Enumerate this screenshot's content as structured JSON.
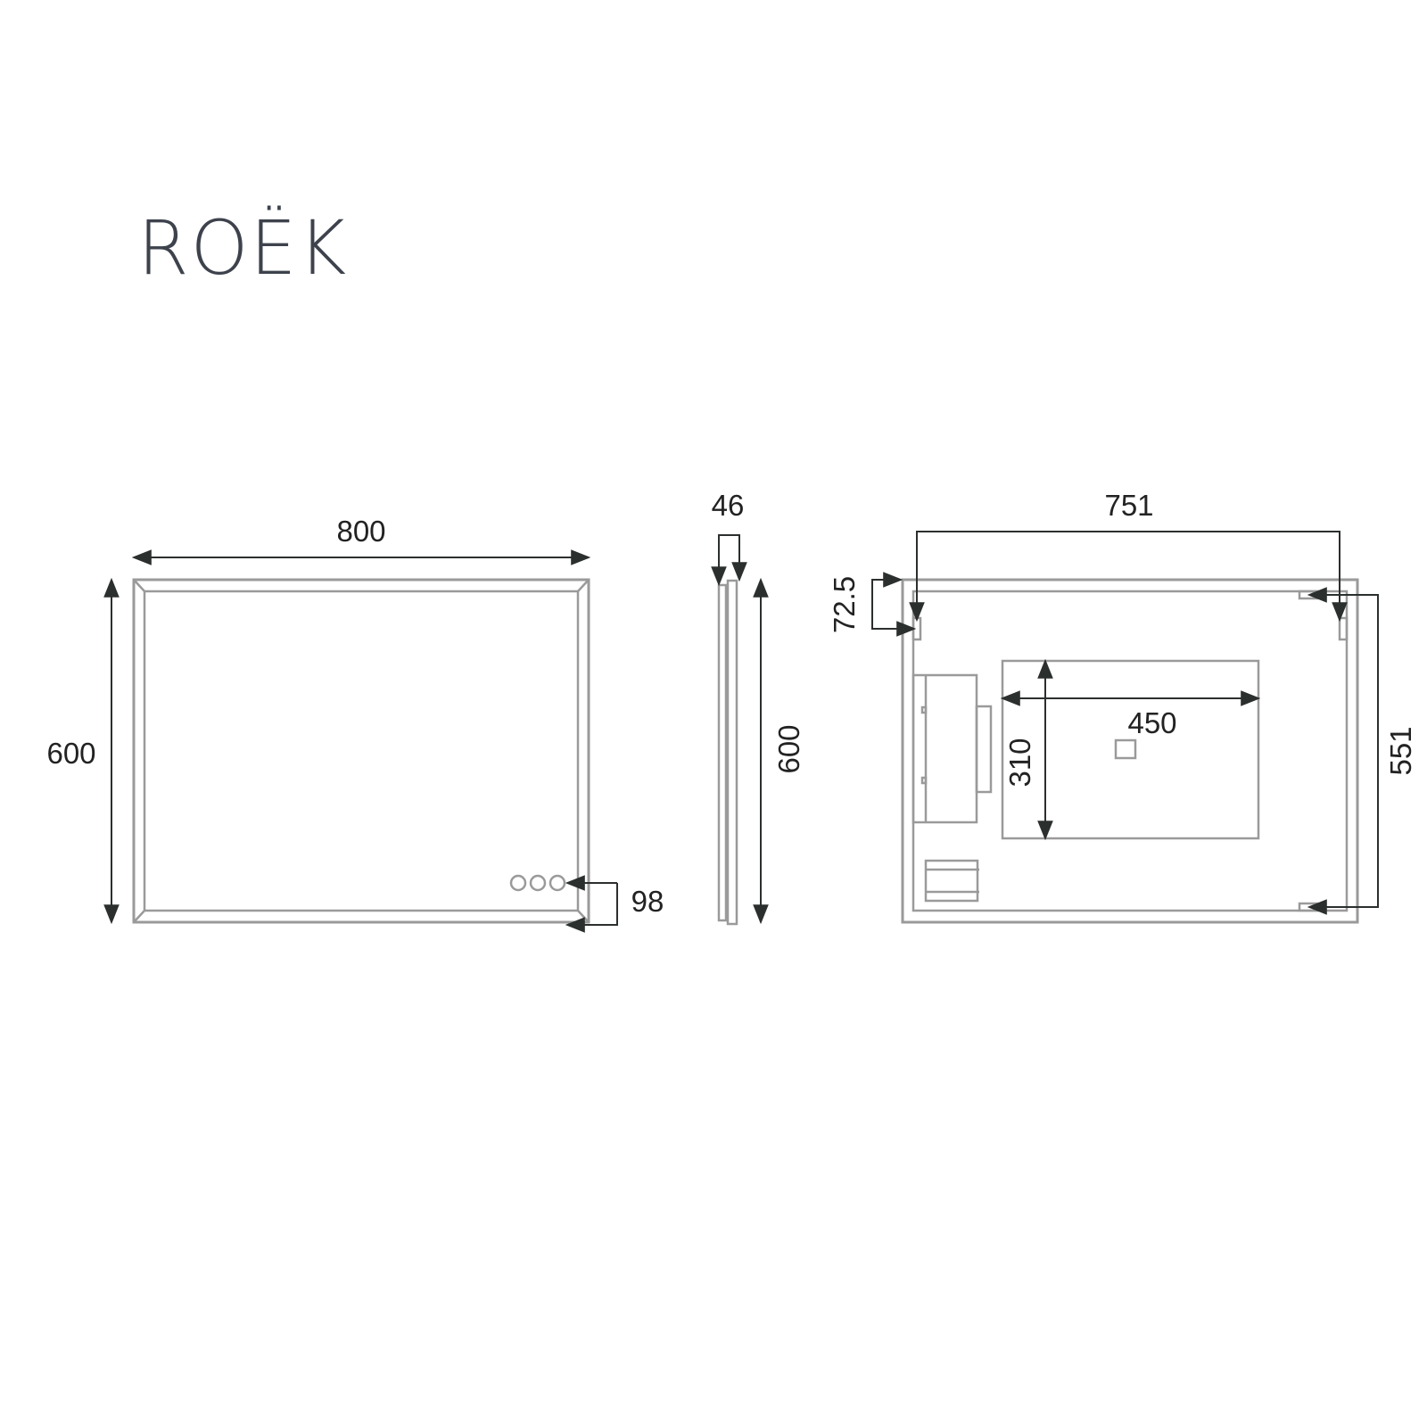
{
  "brand": {
    "name": "ROËK"
  },
  "colors": {
    "outline": "#9a9a9a",
    "dimension": "#2b2f2e",
    "brand": "#3d424c"
  },
  "front_view": {
    "width_label": "800",
    "height_label": "600",
    "button_offset_label": "98",
    "buttons_count": 3
  },
  "side_view": {
    "depth_label": "46",
    "height_label": "600"
  },
  "back_view": {
    "bracket_spacing_label": "751",
    "top_offset_label": "72.5",
    "vertical_spacing_label": "551",
    "panel_width_label": "450",
    "panel_height_label": "310"
  }
}
